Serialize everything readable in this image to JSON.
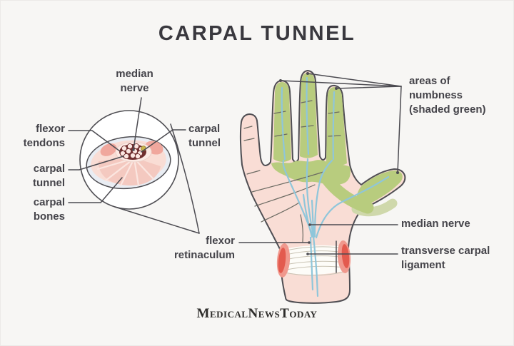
{
  "title": "CARPAL TUNNEL",
  "labels": {
    "median_nerve_top": [
      "median",
      "nerve"
    ],
    "flexor_tendons": [
      "flexor",
      "tendons"
    ],
    "carpal_tunnel_left": [
      "carpal",
      "tunnel"
    ],
    "carpal_bones": [
      "carpal",
      "bones"
    ],
    "carpal_tunnel_right": [
      "carpal",
      "tunnel"
    ],
    "flexor_retinaculum": [
      "flexor",
      "retinaculum"
    ],
    "areas_of_numbness": [
      "areas of",
      "numbness",
      "(shaded green)"
    ],
    "median_nerve_hand": "median nerve",
    "transverse_carpal_ligament": [
      "transverse carpal",
      "ligament"
    ]
  },
  "footer": {
    "brand": "MedicalNewsToday"
  },
  "colors": {
    "background": "#f7f6f4",
    "title_color": "#39383e",
    "label_color": "#45444a",
    "outline": "#4f4e53",
    "leader_line": "#4c4b51",
    "skin": "#f9ddd5",
    "bone_pink": "#f4c9c0",
    "bone_gap": "#fbe6e0",
    "patch_coral": "#f0a79d",
    "tunnel_ring": "#fceae4",
    "tunnel_maroon": "#6f2e2e",
    "tendon_dot": "#fbe7e1",
    "nerve_yellow": "#c9b44a",
    "numbness_green": "#b8cc7e",
    "numbness_green_muted": "#cfd8ab",
    "nerve_blue": "#8fc6da",
    "crease": "#6b6a62",
    "ligament_white": "#fdfcf8",
    "ligament_fiber": "#c9c3b4",
    "inflamed_red": "#e35a4e",
    "inflamed_red_light": "#f0988d",
    "section_rim": "#e9edf3",
    "lens_fill": "#ffffff"
  }
}
